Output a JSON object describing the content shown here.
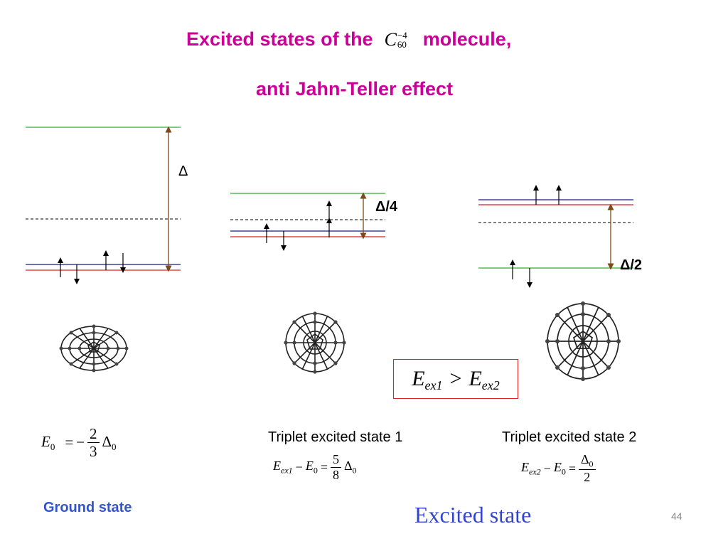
{
  "title": {
    "line1_prefix": "Excited states of the",
    "molecule_base": "C",
    "molecule_sup": "−4",
    "molecule_sub": "60",
    "line1_suffix": "molecule,",
    "line2": "anti Jahn-Teller effect"
  },
  "gaps": {
    "ground": "Δ",
    "excited1": "Δ/4",
    "excited2": "Δ/2"
  },
  "comparison": {
    "left_base": "E",
    "left_sub": "ex1",
    "operator": ">",
    "right_base": "E",
    "right_sub": "ex2"
  },
  "ground_equation": {
    "lhs_base": "E",
    "lhs_sub": "0",
    "equals": "=",
    "sign": "−",
    "numerator": "2",
    "denominator": "3",
    "delta": "Δ",
    "delta_sub": "0"
  },
  "state1": {
    "label": "Triplet excited state 1",
    "eq_a_base": "E",
    "eq_a_sub": "ex1",
    "minus": "−",
    "eq_b_base": "E",
    "eq_b_sub": "0",
    "equals": "=",
    "numerator": "5",
    "denominator": "8",
    "delta": "Δ",
    "delta_sub": "0"
  },
  "state2": {
    "label": "Triplet excited state 2",
    "eq_a_base": "E",
    "eq_a_sub": "ex2",
    "minus": "−",
    "eq_b_base": "E",
    "eq_b_sub": "0",
    "equals": "=",
    "num_delta": "Δ",
    "num_delta_sub": "0",
    "denominator": "2"
  },
  "ground_label": "Ground state",
  "excited_label": "Excited state",
  "page_number": "44",
  "colors": {
    "title": "#cc0099",
    "green_level": "#33aa33",
    "blue_level": "#1a1a8c",
    "red_level": "#dd2222",
    "arrow_brown": "#7a4a1a",
    "ground_label": "#3355cc",
    "excited_label": "#3344cc",
    "box_border": "#dd2222"
  }
}
